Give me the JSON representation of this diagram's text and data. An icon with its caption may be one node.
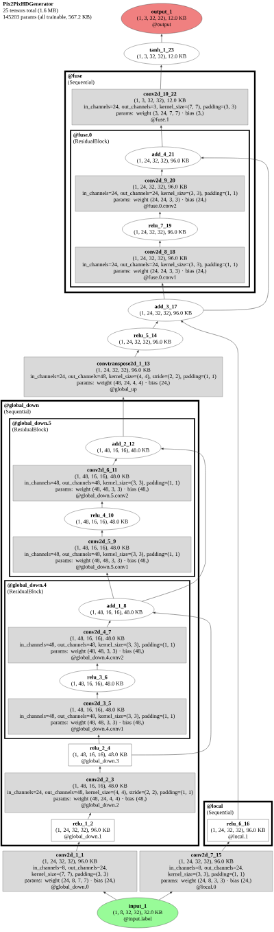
{
  "diagram": {
    "title": "Pix2PixHDGenerator",
    "nodes": [
      {
        "text": [
          "output_1",
          "(1, 3, 32, 32), 12.0 KB",
          "@output"
        ]
      },
      {
        "text": [
          "tanh_1_23",
          "(1, 3, 32, 32), 12.0 KB"
        ]
      },
      {
        "text": [
          "@fuse",
          "(Sequential)"
        ]
      },
      {
        "text": [
          "conv2d_10_22",
          "(1, 3, 32, 32), 12.0 KB",
          "in_channels=24, out_channels=3, kernel_size=(7, 7), padding=(3, 3)",
          "params: weight (3, 24, 7, 7) · bias (3,)",
          "@fuse.1"
        ],
        "in": 2
      },
      {
        "text": [
          "@fuse.0",
          "(ResidualBlock)"
        ],
        "in": 2
      },
      {
        "text": [
          "add_4_21",
          "(1, 24, 32, 32), 96.0 KB"
        ],
        "in": 4
      },
      {
        "text": [
          "conv2d_9_20",
          "(1, 24, 32, 32), 96.0 KB",
          "in_channels=24, out_channels=24, kernel_size=(3, 3), padding=(1, 1)",
          "params: weight (24, 24, 3, 3) · bias (24,)",
          "@fuse.0.conv2"
        ],
        "in": 4
      },
      {
        "text": [
          "relu_7_19",
          "(1, 24, 32, 32), 96.0 KB"
        ],
        "in": 4
      },
      {
        "text": [
          "conv2d_8_18",
          "(1, 24, 32, 32), 96.0 KB",
          "in_channels=24, out_channels=24, kernel_size=(3, 3), padding=(1, 1)",
          "params: weight (24, 24, 3, 3) · bias (24,)",
          "@fuse.0.conv1"
        ],
        "in": 4
      },
      {
        "text": [
          "add_3_17",
          "(1, 24, 32, 32), 96.0 KB"
        ]
      },
      {
        "text": [
          "relu_5_14",
          "(1, 24, 32, 32), 96.0 KB"
        ]
      },
      {
        "text": [
          "convtranspose2d_1_13",
          "(1, 24, 32, 32), 96.0 KB",
          "in_channels=24, out_channels=48, kernel_size=(4, 4), stride=(2, 2), padding=(1, 1)",
          "params: weight (48, 24, 4, 4) · bias (24,)",
          "@global_up"
        ]
      },
      {
        "text": [
          "@global_down",
          "(Sequential)"
        ]
      },
      {
        "text": [
          "@global_down.5",
          "(ResidualBlock)"
        ],
        "in": 12
      },
      {
        "text": [
          "add_2_12",
          "(1, 48, 16, 16), 48.0 KB"
        ],
        "in": 13
      },
      {
        "text": [
          "conv2d_6_11",
          "(1, 48, 16, 16), 48.0 KB",
          "in_channels=48, out_channels=48, kernel_size=(3, 3), padding=(1, 1)",
          "params: weight (48, 48, 3, 3) · bias (48,)",
          "@global_down.5.conv2"
        ],
        "in": 13
      },
      {
        "text": [
          "relu_4_10",
          "(1, 48, 16, 16), 48.0 KB"
        ],
        "in": 13
      },
      {
        "text": [
          "conv2d_5_9",
          "(1, 48, 16, 16), 48.0 KB",
          "in_channels=48, out_channels=48, kernel_size=(3, 3), padding=(1, 1)",
          "params: weight (48, 48, 3, 3) · bias (48,)",
          "@global_down.5.conv1"
        ],
        "in": 13
      },
      {
        "text": [
          "@global_down.4",
          "(ResidualBlock)"
        ],
        "in": 12
      },
      {
        "text": [
          "add_1_8",
          "(1, 48, 16, 16), 48.0 KB"
        ],
        "in": 18
      },
      {
        "text": [
          "conv2d_4_7",
          "(1, 48, 16, 16), 48.0 KB",
          "in_channels=48, out_channels=48, kernel_size=(3, 3), padding=(1, 1)",
          "params: weight (48, 48, 3, 3) · bias (48,)",
          "@global_down.4.conv2"
        ],
        "in": 18
      },
      {
        "text": [
          "relu_3_6",
          "(1, 48, 16, 16), 48.0 KB"
        ],
        "in": 18
      },
      {
        "text": [
          "conv2d_3_5",
          "(1, 48, 16, 16), 48.0 KB",
          "in_channels=48, out_channels=48, kernel_size=(3, 3), padding=(1, 1)",
          "params: weight (48, 48, 3, 3) · bias (48,)",
          "@global_down.4.conv1"
        ],
        "in": 18
      },
      {
        "text": [
          "relu_2_4",
          "(1, 48, 16, 16), 48.0 KB",
          "@global_down.3"
        ],
        "in": 12
      },
      {
        "text": [
          "conv2d_2_3",
          "(1, 48, 16, 16), 48.0 KB",
          "in_channels=24, out_channels=48, kernel_size=(4, 4), stride=(2, 2), padding=(1, 1)",
          "params: weight (48, 24, 4, 4) · bias (48,)",
          "@global_down.2"
        ],
        "in": 12
      },
      {
        "text": [
          "relu_1_2",
          "(1, 24, 32, 32), 96.0 KB",
          "@global_down.1"
        ],
        "in": 12
      },
      {
        "text": [
          "@local",
          "(Sequential)"
        ]
      },
      {
        "text": [
          "relu_6_16",
          "(1, 24, 32, 32), 96.0 KB",
          "@local.1"
        ],
        "in": 26
      },
      {
        "text": [
          "conv2d_1_1",
          "(1, 24, 32, 32), 96.0 KB",
          "in_channels=8, out_channels=24, kernel_size=(7, 7), padding=(3, 3)",
          "params: weight (24, 8, 7, 7) · bias (24,)",
          "@global_down.0"
        ]
      },
      {
        "text": [
          "conv2d_7_15",
          "(1, 24, 32, 32), 96.0 KB",
          "in_channels=8, out_channels=24, kernel_size=(3, 3), padding=(1, 1)",
          "params: weight (24, 8, 3, 3) · bias (24,)",
          "@local.0"
        ]
      },
      {
        "text": [
          "input_1",
          "(1, 8, 32, 32), 32.0 KB",
          "@input.label"
        ]
      }
    ],
    "edges": [
      {
        "from": 30,
        "to": 28,
        "arrow": "to"
      },
      {
        "from": 30,
        "to": 29,
        "arrow": "to"
      },
      {
        "from": 28,
        "to": 25,
        "arrow": "to"
      },
      {
        "from": 25,
        "to": 24,
        "arrow": "to"
      },
      {
        "from": 24,
        "to": 23,
        "arrow": "to"
      },
      {
        "from": 23,
        "to": 22,
        "arrow": "to"
      },
      {
        "from": 23,
        "to": 19,
        "arrow": "to"
      },
      {
        "from": 22,
        "to": 21,
        "arrow": "to"
      },
      {
        "from": 21,
        "to": 20,
        "arrow": "to"
      },
      {
        "from": 20,
        "to": 19,
        "arrow": "to"
      },
      {
        "from": 19,
        "to": 17,
        "arrow": "to"
      },
      {
        "from": 19,
        "to": 14,
        "arrow": "to"
      },
      {
        "from": 17,
        "to": 16,
        "arrow": "to"
      },
      {
        "from": 16,
        "to": 15,
        "arrow": "to"
      },
      {
        "from": 15,
        "to": 14,
        "arrow": "to"
      },
      {
        "from": 14,
        "to": 11,
        "arrow": "to"
      },
      {
        "from": 11,
        "to": 10,
        "arrow": "to"
      },
      {
        "from": 10,
        "to": 9,
        "arrow": "to"
      },
      {
        "from": 29,
        "to": 27,
        "arrow": "to"
      },
      {
        "from": 27,
        "to": 9,
        "arrow": "to"
      },
      {
        "from": 9,
        "to": 8,
        "arrow": "to"
      },
      {
        "from": 9,
        "to": 5,
        "arrow": "to"
      },
      {
        "from": 8,
        "to": 7,
        "arrow": "to"
      },
      {
        "from": 7,
        "to": 6,
        "arrow": "to"
      },
      {
        "from": 6,
        "to": 5,
        "arrow": "to"
      },
      {
        "from": 5,
        "to": 3,
        "arrow": "to"
      },
      {
        "from": 3,
        "to": 1,
        "arrow": "to"
      },
      {
        "from": 1,
        "to": 0,
        "arrow": "to"
      }
    ],
    "labels": [
      "25 tensors total (1.6 MB)",
      "145203 params (all trainable, 567.2 KB)"
    ]
  }
}
